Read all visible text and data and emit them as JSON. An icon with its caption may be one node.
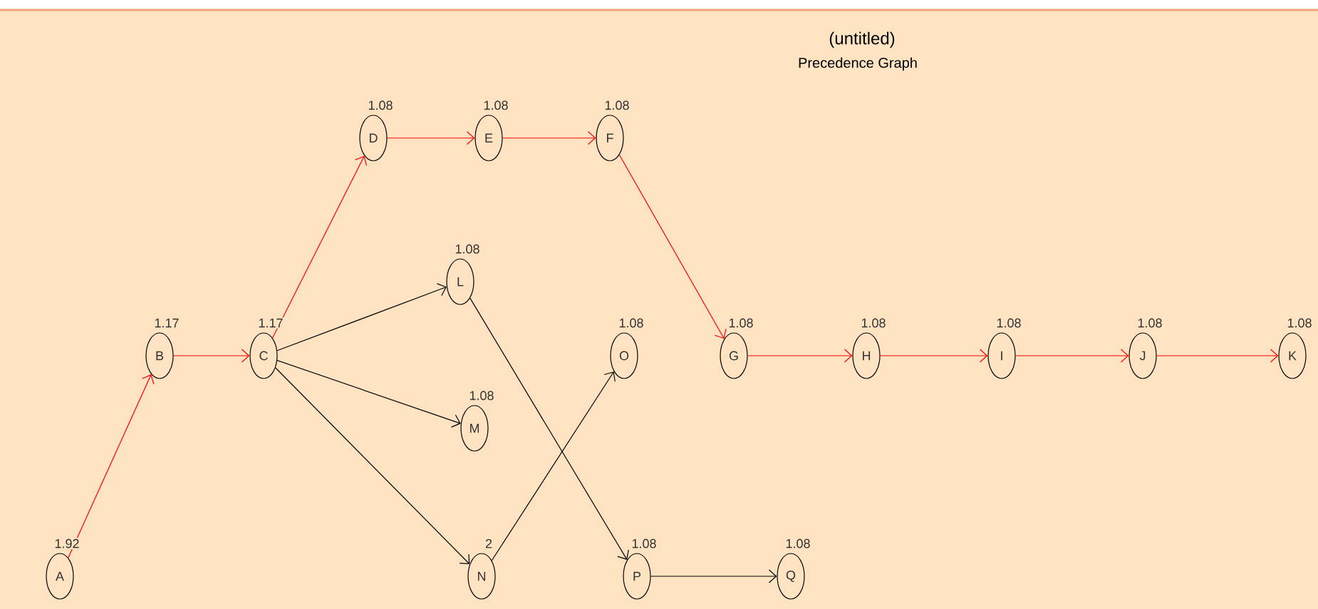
{
  "diagram": {
    "title": "(untitled)",
    "nodes": [
      {
        "text": [
          "A"
        ],
        "beside": [
          "1.92"
        ]
      },
      {
        "text": [
          "B"
        ],
        "beside": [
          "1.17"
        ]
      },
      {
        "text": [
          "C"
        ],
        "beside": [
          "1.17"
        ]
      },
      {
        "text": [
          "D"
        ],
        "beside": [
          "1.08"
        ]
      },
      {
        "text": [
          "E"
        ],
        "beside": [
          "1.08"
        ]
      },
      {
        "text": [
          "F"
        ],
        "beside": [
          "1.08"
        ]
      },
      {
        "text": [
          "G"
        ],
        "beside": [
          "1.08"
        ]
      },
      {
        "text": [
          "H"
        ],
        "beside": [
          "1.08"
        ]
      },
      {
        "text": [
          "I"
        ],
        "beside": [
          "1.08"
        ]
      },
      {
        "text": [
          "J"
        ],
        "beside": [
          "1.08"
        ]
      },
      {
        "text": [
          "K"
        ],
        "beside": [
          "1.08"
        ]
      },
      {
        "text": [
          "L"
        ],
        "beside": [
          "1.08"
        ]
      },
      {
        "text": [
          "M"
        ],
        "beside": [
          "1.08"
        ]
      },
      {
        "text": [
          "N"
        ],
        "beside": [
          "2"
        ]
      },
      {
        "text": [
          "O"
        ],
        "beside": [
          "1.08"
        ]
      },
      {
        "text": [
          "P"
        ],
        "beside": [
          "1.08"
        ]
      },
      {
        "text": [
          "Q"
        ],
        "beside": [
          "1.08"
        ]
      }
    ],
    "edges": [
      {
        "from": 0,
        "to": 1,
        "arrow": "to"
      },
      {
        "from": 1,
        "to": 2,
        "arrow": "to"
      },
      {
        "from": 2,
        "to": 3,
        "arrow": "to"
      },
      {
        "from": 3,
        "to": 4,
        "arrow": "to"
      },
      {
        "from": 4,
        "to": 5,
        "arrow": "to"
      },
      {
        "from": 5,
        "to": 6,
        "arrow": "to"
      },
      {
        "from": 6,
        "to": 7,
        "arrow": "to"
      },
      {
        "from": 7,
        "to": 8,
        "arrow": "to"
      },
      {
        "from": 8,
        "to": 9,
        "arrow": "to"
      },
      {
        "from": 9,
        "to": 10,
        "arrow": "to"
      },
      {
        "from": 2,
        "to": 11,
        "arrow": "to",
        "color": "#000000"
      },
      {
        "from": 2,
        "to": 12,
        "arrow": "to",
        "color": "#000000"
      },
      {
        "from": 2,
        "to": 13,
        "arrow": "to",
        "color": "#000000"
      },
      {
        "from": 11,
        "to": 15,
        "arrow": "to",
        "color": "#000000"
      },
      {
        "from": 13,
        "to": 14,
        "arrow": "to",
        "color": "#000000"
      },
      {
        "from": 15,
        "to": 16,
        "arrow": "to",
        "color": "#000000"
      }
    ],
    "labels": [
      "Precedence Graph"
    ]
  }
}
